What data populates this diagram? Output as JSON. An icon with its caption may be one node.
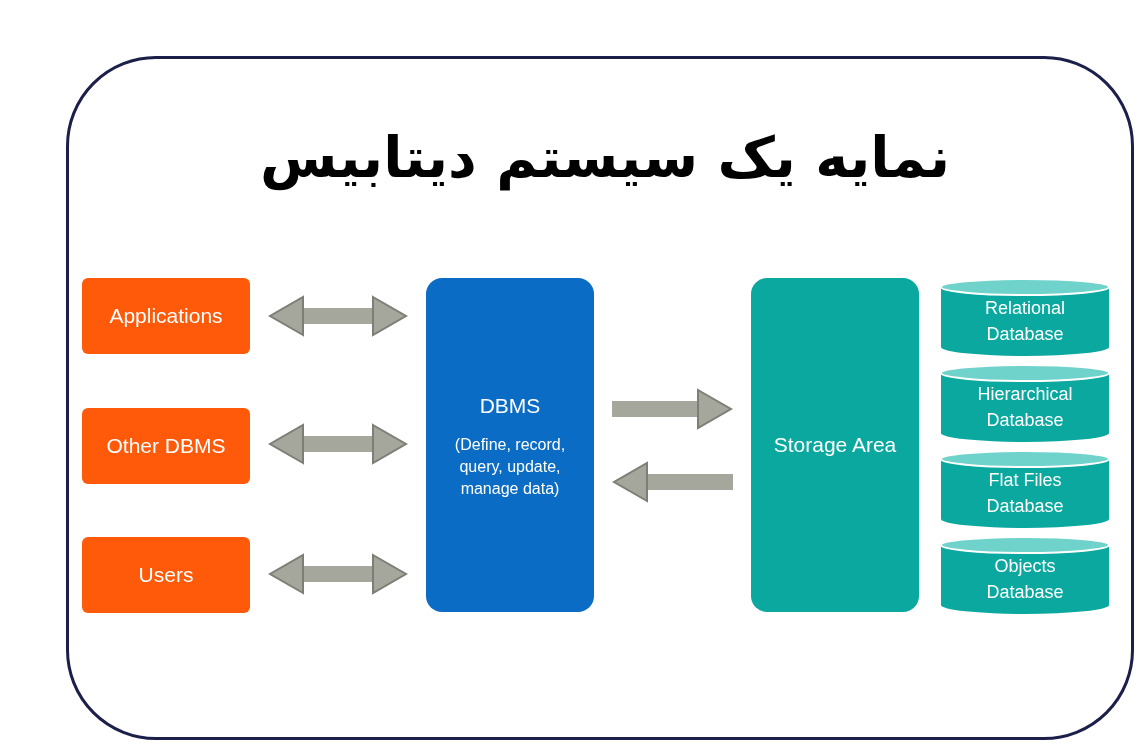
{
  "diagram": {
    "title": "نمایه یک سیستم دیتابیس",
    "nodes": [
      {
        "text": [
          "Applications"
        ]
      },
      {
        "text": [
          "Other DBMS"
        ]
      },
      {
        "text": [
          "Users"
        ]
      },
      {
        "text": [
          "DBMS",
          "(Define, record, query, update, manage data)"
        ]
      },
      {
        "text": [
          "Storage Area"
        ]
      },
      {
        "text": [
          "Relational Database"
        ]
      },
      {
        "text": [
          "Hierarchical Database"
        ]
      },
      {
        "text": [
          "Flat Files Database"
        ]
      },
      {
        "text": [
          "Objects Database"
        ]
      }
    ],
    "edges": [
      {
        "from": 0,
        "to": 3,
        "arrow": "both"
      },
      {
        "from": 1,
        "to": 3,
        "arrow": "both"
      },
      {
        "from": 2,
        "to": 3,
        "arrow": "both"
      },
      {
        "from": 3,
        "to": 4,
        "arrow": "to"
      },
      {
        "from": 4,
        "to": 3,
        "arrow": "to"
      }
    ]
  }
}
